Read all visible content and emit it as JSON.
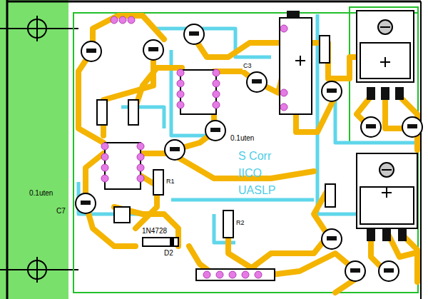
{
  "diagram": {
    "labels": [
      "S Corr",
      "IICO",
      "UASLP",
      "0.1uten",
      "C7",
      "1N4728",
      "D2",
      "0.1uten",
      "R1",
      "R2",
      "C3"
    ]
  }
}
